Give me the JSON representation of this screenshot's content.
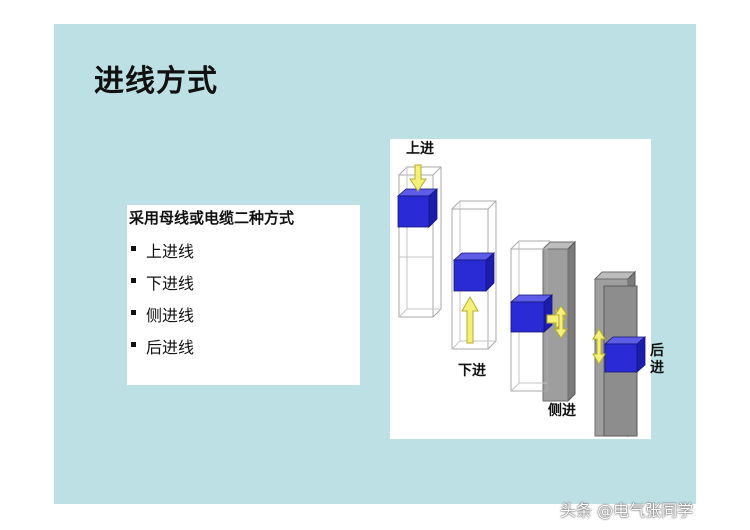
{
  "slide": {
    "title": "进线方式",
    "text_box": {
      "heading": "采用母线或电缆二种方式",
      "bullets": [
        "上进线",
        "下进线",
        "侧进线",
        "后进线"
      ]
    },
    "figure": {
      "labels": {
        "top_entry": "上进",
        "bottom_entry": "下进",
        "side_entry": "侧进",
        "rear_entry": "后进"
      }
    }
  },
  "footer": {
    "watermark": "头条 @电气张同学"
  },
  "colors": {
    "slide_bg": "#bde0e4",
    "block": "#2b2bd6",
    "arrow": "#f5f07a",
    "gray_panel": "#9e9e9e"
  }
}
